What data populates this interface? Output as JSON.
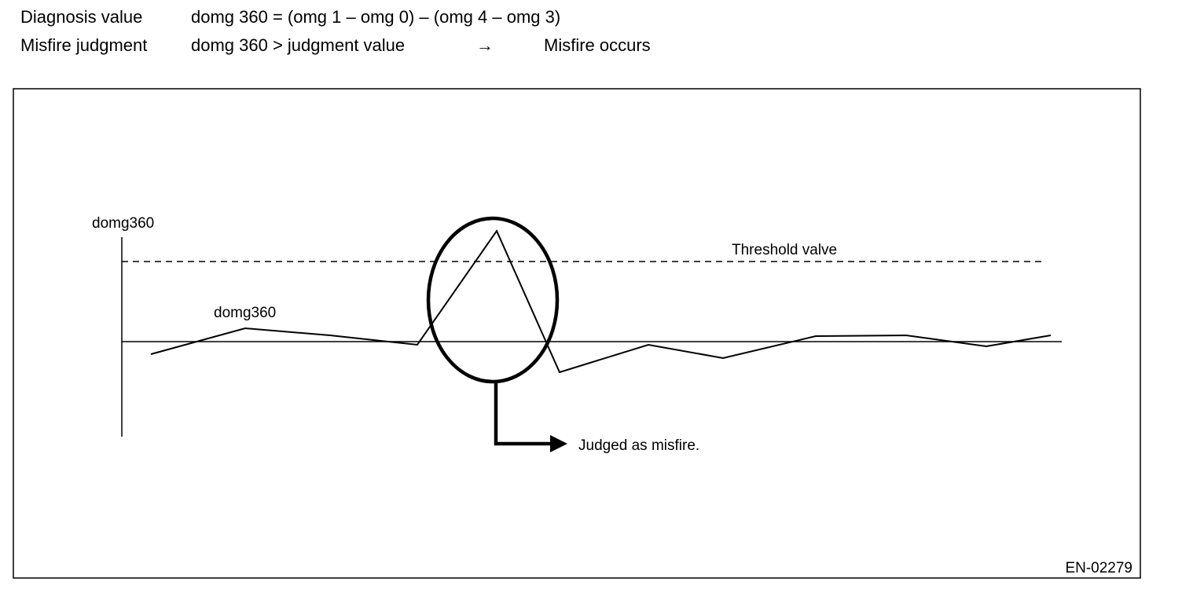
{
  "header": {
    "row1": {
      "label": "Diagnosis value",
      "formula": "domg 360 = (omg 1 – omg 0) – (omg 4 – omg 3)"
    },
    "row2": {
      "label": "Misfire judgment",
      "formula": "domg 360 > judgment value",
      "arrow": "→",
      "result": "Misfire occurs"
    }
  },
  "diagram": {
    "axis_label": "domg360",
    "signal_label": "domg360",
    "threshold_label": "Threshold valve",
    "callout_label": "Judged as misfire.",
    "figure_id": "EN-02279"
  },
  "colors": {
    "ink": "#000000",
    "background": "#ffffff"
  }
}
